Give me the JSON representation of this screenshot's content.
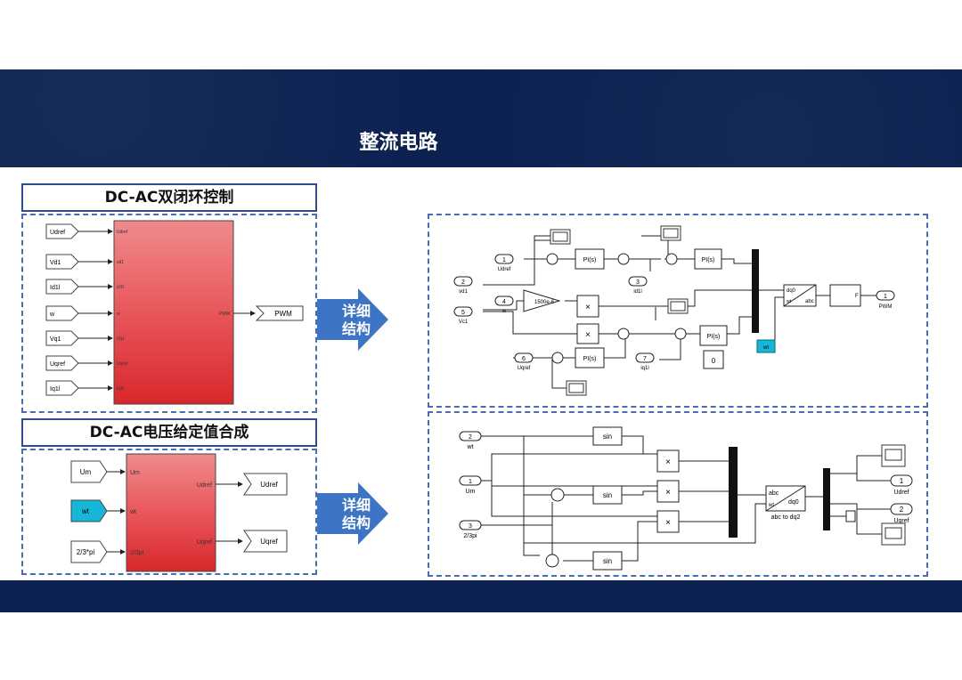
{
  "page_title": "整流电路",
  "section1": {
    "title": "DC-AC双闭环控制",
    "inputs": [
      "Udref",
      "Vd1",
      "Id1l",
      "w",
      "Vq1",
      "Uqref",
      "Iq1l"
    ],
    "ports": [
      "Udref",
      "vd1",
      "id1l",
      "w",
      "Vq1",
      "Uqref",
      "iq1l"
    ],
    "out_port": "PWM",
    "output": "PWM"
  },
  "section2": {
    "title": "DC-AC电压给定值合成",
    "inputs": [
      "Um",
      "wt",
      "2/3*pi"
    ],
    "ports": [
      "Um",
      "wt",
      "2/3pi"
    ],
    "out_ports": [
      "Udref",
      "Uqref"
    ],
    "outputs": [
      "Udref",
      "Uqref"
    ]
  },
  "arrow_label": [
    "详细",
    "结构"
  ],
  "detail1": {
    "inports": [
      {
        "num": "1",
        "name": "Udref"
      },
      {
        "num": "2",
        "name": "vd1"
      },
      {
        "num": "4",
        "name": "w"
      },
      {
        "num": "5",
        "name": "Vc1"
      },
      {
        "num": "6",
        "name": "Uqref"
      },
      {
        "num": "3",
        "name": "id1l"
      },
      {
        "num": "7",
        "name": "iq1l"
      }
    ],
    "pi_labels": [
      "PI(s)",
      "PI(s)",
      "PI(s)",
      "PI(s)"
    ],
    "gain": "1500e-6",
    "mult": "×",
    "const": "0",
    "transform_in": "dq0",
    "transform_wt": "wt",
    "transform_out": "abc",
    "pwm_block": "F",
    "wt_tag": "wt",
    "outport": {
      "num": "1",
      "name": "PWM"
    }
  },
  "detail2": {
    "inports": [
      {
        "num": "2",
        "name": "wt"
      },
      {
        "num": "1",
        "name": "Um"
      },
      {
        "num": "3",
        "name": "2/3pi"
      }
    ],
    "sin_label": "sin",
    "mult": "×",
    "abc_block": {
      "in1": "abc",
      "in2": "wt",
      "out": "dq0",
      "caption": "abc to dq2"
    },
    "outports": [
      {
        "num": "1",
        "name": "Udref"
      },
      {
        "num": "2",
        "name": "Uqref"
      }
    ]
  },
  "colors": {
    "navy": "#0c2150",
    "red": "#e8474a",
    "arrow": "#3d74c4",
    "dash": "#4a6cb0",
    "cyan": "#16b6d8"
  }
}
